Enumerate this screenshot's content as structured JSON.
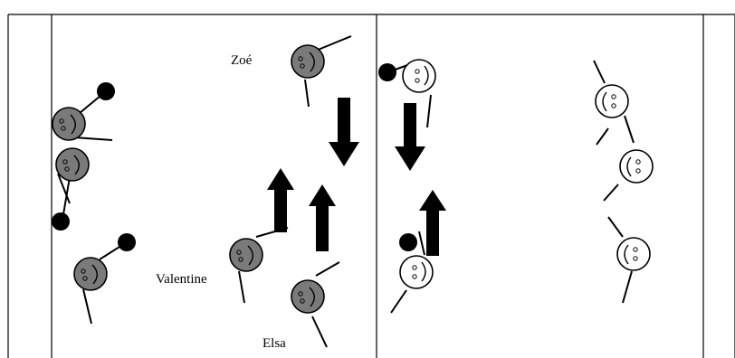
{
  "diagram": {
    "labels": {
      "zoe": "Zoé",
      "valentine": "Valentine",
      "elsa": "Elsa"
    },
    "colors": {
      "gray_face": "#7a7a7a",
      "white_face": "#ffffff",
      "ink": "#000000"
    }
  }
}
